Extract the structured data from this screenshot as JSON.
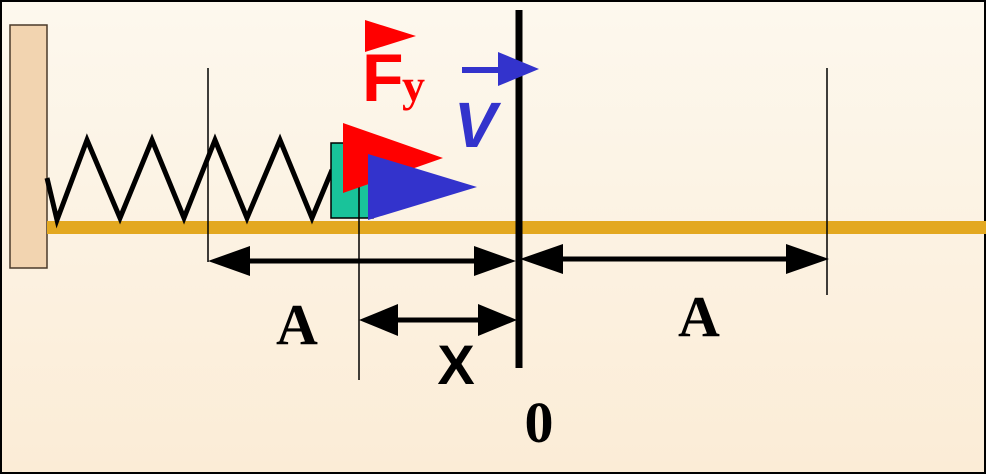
{
  "labels": {
    "amplitude_left": "A",
    "amplitude_right": "A",
    "displacement": "X",
    "origin": "0",
    "force_symbol": "F",
    "force_subscript": "y",
    "velocity_symbol": "V"
  },
  "colors": {
    "background": "#fdf3e3",
    "wall": "#f2d4b0",
    "rail": "#e3a820",
    "block": "#19c39a",
    "force": "#ff0000",
    "velocity": "#3333cc",
    "ink": "#000000"
  }
}
